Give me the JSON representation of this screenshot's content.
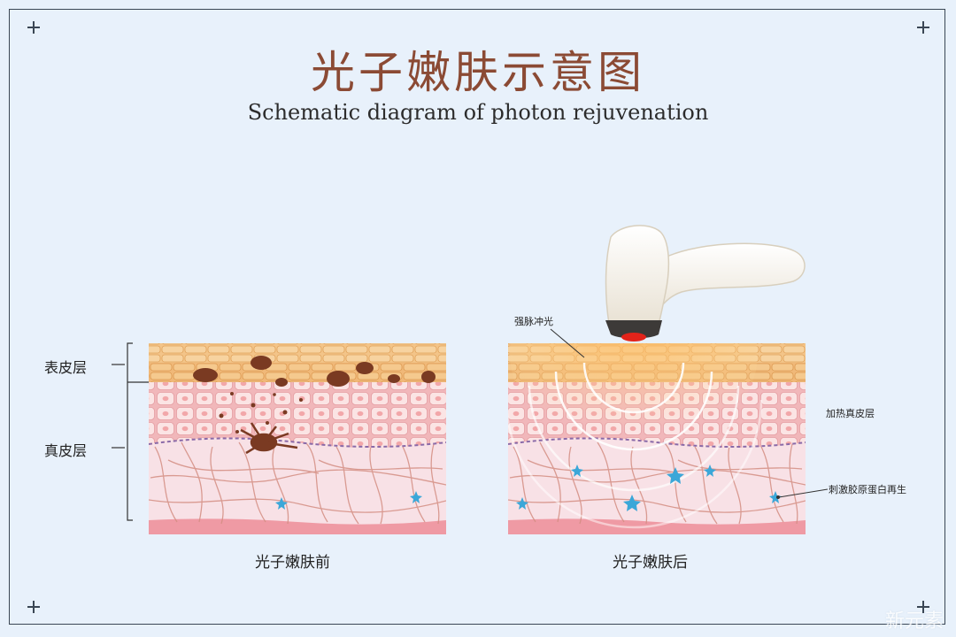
{
  "title": "光子嫩肤示意图",
  "subtitle": "Schematic diagram of photon rejuvenation",
  "left_panel": {
    "layer_labels": [
      "表皮层",
      "真皮层"
    ],
    "caption": "光子嫩肤前"
  },
  "right_panel": {
    "annotations": [
      "强脉冲光",
      "加热真皮层",
      "刺激胶原蛋白再生"
    ],
    "caption": "光子嫩肤后"
  },
  "watermark": "新元素",
  "colors": {
    "background": "#e8f1fb",
    "title": "#8b4a34",
    "epidermis": "#f3c488",
    "cells": "#f6d2d4",
    "dermis": "#f8e1e6",
    "fiber": "#d28b80",
    "spot": "#7b3b22",
    "collagen": "#3ba7d8",
    "light": "#ffb25a"
  }
}
